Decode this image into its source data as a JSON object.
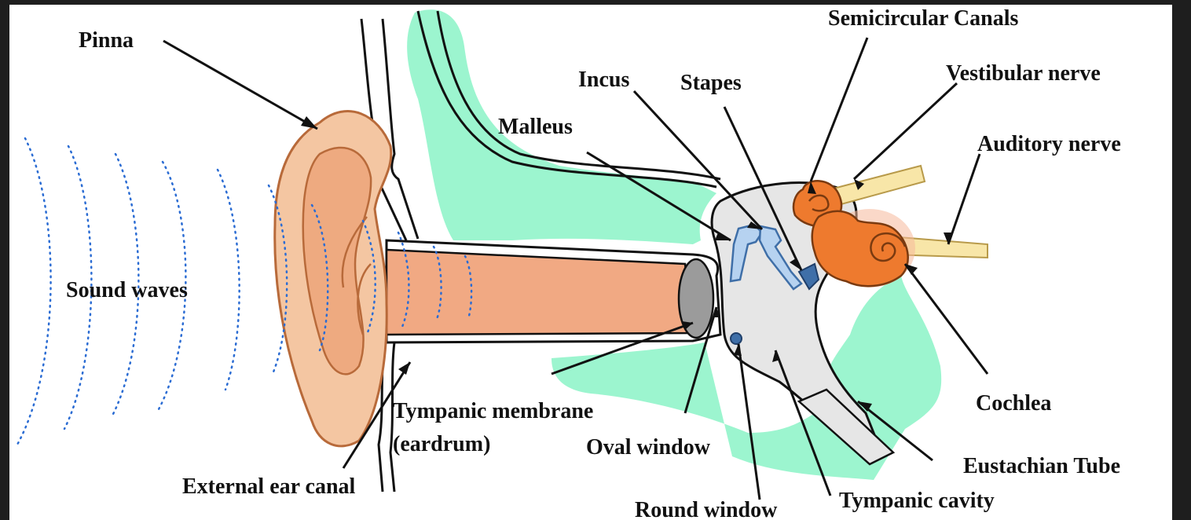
{
  "labels": {
    "pinna": "Pinna",
    "sound_waves": "Sound waves",
    "external_ear_canal": "External ear canal",
    "tympanic_membrane_line1": "Tympanic membrane",
    "tympanic_membrane_line2": "(eardrum)",
    "malleus": "Malleus",
    "incus": "Incus",
    "stapes": "Stapes",
    "semicircular_canals": "Semicircular Canals",
    "vestibular_nerve": "Vestibular nerve",
    "auditory_nerve": "Auditory nerve",
    "cochlea": "Cochlea",
    "eustachian_tube": "Eustachian Tube",
    "oval_window": "Oval window",
    "round_window": "Round window",
    "tympanic_cavity": "Tympanic cavity"
  },
  "colors": {
    "skin": "#f4c6a2",
    "skin_dark": "#eeaa80",
    "skin_outline": "#b86a3a",
    "bone": "#9cf5cf",
    "cavity": "#e6e6e6",
    "ossicle": "#b6d2f0",
    "ossicle_outline": "#3f6fa8",
    "cochlea": "#ee7a2e",
    "nerve": "#f8e6a8",
    "sound_wave": "#2b6cd3"
  }
}
